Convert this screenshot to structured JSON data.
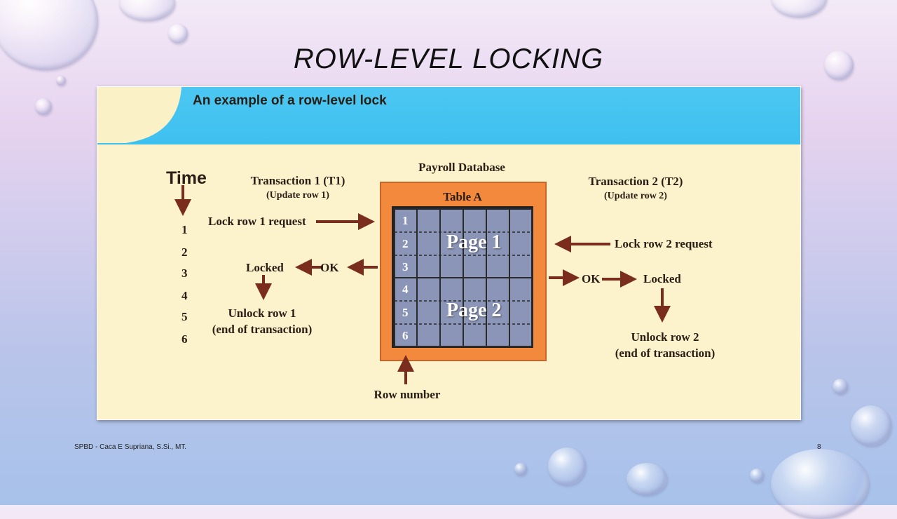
{
  "slide": {
    "title": "ROW-LEVEL LOCKING",
    "footer_left": "SPBD - Caca E Supriana, S.Si., MT.",
    "page_number": "8"
  },
  "figure": {
    "caption": "An example of a row-level lock",
    "time_label": "Time",
    "time_steps": [
      "1",
      "2",
      "3",
      "4",
      "5",
      "6"
    ],
    "database_title": "Payroll Database",
    "table_title": "Table A",
    "row_numbers": [
      "1",
      "2",
      "3",
      "4",
      "5",
      "6"
    ],
    "pages": [
      "Page 1",
      "Page 2"
    ],
    "row_number_label": "Row number",
    "t1": {
      "title": "Transaction 1 (T1)",
      "subtitle": "(Update row 1)",
      "request": "Lock row 1 request",
      "ok": "OK",
      "locked": "Locked",
      "unlock": "Unlock row 1",
      "end": "(end of transaction)"
    },
    "t2": {
      "title": "Transaction 2 (T2)",
      "subtitle": "(Update row 2)",
      "request": "Lock row 2 request",
      "ok": "OK",
      "locked": "Locked",
      "unlock": "Unlock row 2",
      "end": "(end of transaction)"
    }
  }
}
